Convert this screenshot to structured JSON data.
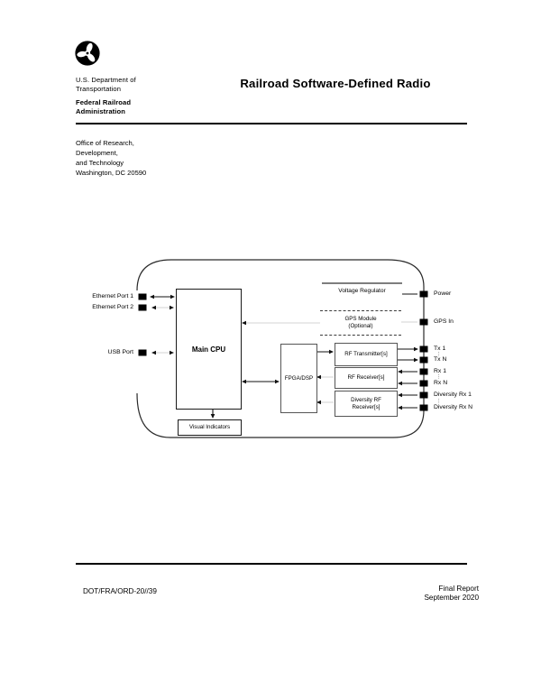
{
  "header": {
    "logo_icon": "us-dot-triskelion-logo",
    "dept_line1": "U.S. Department of",
    "dept_line2": "Transportation",
    "agency_line1": "Federal Railroad",
    "agency_line2": "Administration",
    "title": "Railroad Software-Defined Radio"
  },
  "office_block": {
    "line1": "Office of Research,",
    "line2": "Development,",
    "line3": "and Technology",
    "line4": "Washington, DC 20590"
  },
  "footer": {
    "report_number": "DOT/FRA/ORD-20//39",
    "report_type": "Final Report",
    "report_date": "September 2020"
  },
  "diagram": {
    "boxes": {
      "main_cpu": "Main CPU",
      "visual_indicators": "Visual Indicators",
      "fpga_dsp": "FPGA/DSP",
      "voltage_regulator": "Voltage Regulator",
      "gps_module_line1": "GPS Module",
      "gps_module_line2": "(Optional)",
      "rf_transmitter": "RF Transmitter[s]",
      "rf_receiver": "RF Receiver[s]",
      "diversity_rf_line1": "Diversity RF",
      "diversity_rf_line2": "Receiver[s]"
    },
    "left_ports": [
      "Ethernet Port 1",
      "Ethernet Port 2",
      "USB Port"
    ],
    "right_ports": [
      "Power",
      "GPS In",
      "Tx 1",
      "Tx N",
      "Rx 1",
      "Rx N",
      "Diversity Rx 1",
      "Diversity Rx N"
    ],
    "ellipsis": "⋮"
  },
  "colors": {
    "ink": "#000000",
    "box_border_dark": "#1a1a1a",
    "box_border_gray": "#555555",
    "faint_line": "#c4c4c4"
  }
}
